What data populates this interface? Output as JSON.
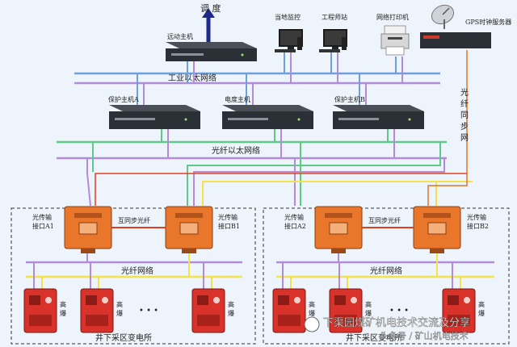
{
  "labels": {
    "dispatch": "调 度",
    "remote_host": "远动主机",
    "local_monitor": "当地监控",
    "engineer_station": "工程师站",
    "network_printer": "网络打印机",
    "gps_server": "GPS时钟服务器",
    "industrial_ethernet": "工业以太网络",
    "protection_host_a": "保护主机A",
    "energy_host": "电度主机",
    "protection_host_b": "保护主机B",
    "fiber_sync_network": [
      "光",
      "纤",
      "同",
      "步",
      "网"
    ],
    "fiber_ethernet": "光纤以太网络",
    "fiber_interface_a1": [
      "光传输",
      "接口A1"
    ],
    "fiber_interface_b1": [
      "光传输",
      "接口B1"
    ],
    "fiber_interface_a2": [
      "光传输",
      "接口A2"
    ],
    "fiber_interface_b2": [
      "光传输",
      "接口B2"
    ],
    "mutual_sync_fiber": "互同步光纤",
    "fiber_network": "光纤网络",
    "high_explosion": [
      "高",
      "爆"
    ],
    "ellipsis": "• • •",
    "substation": "井下采区变电所"
  },
  "watermark": {
    "line1": "下渠园煤矿机电技术交流及分享",
    "line2": "头条号 / 矿山机电技术"
  },
  "colors": {
    "bus_blue": "#6fa0dc",
    "bus_purple": "#b28cd8",
    "bus_green": "#5fc98a",
    "bus_yellow": "#f2e34a",
    "fiber_red": "#e04020",
    "fiber_orange": "#e0742a",
    "dispatch_arrow": "#1d2a8a",
    "device_dark": "#2b2f36",
    "interface_orange": "#e8772c",
    "switchgear_red": "#d8322a"
  }
}
